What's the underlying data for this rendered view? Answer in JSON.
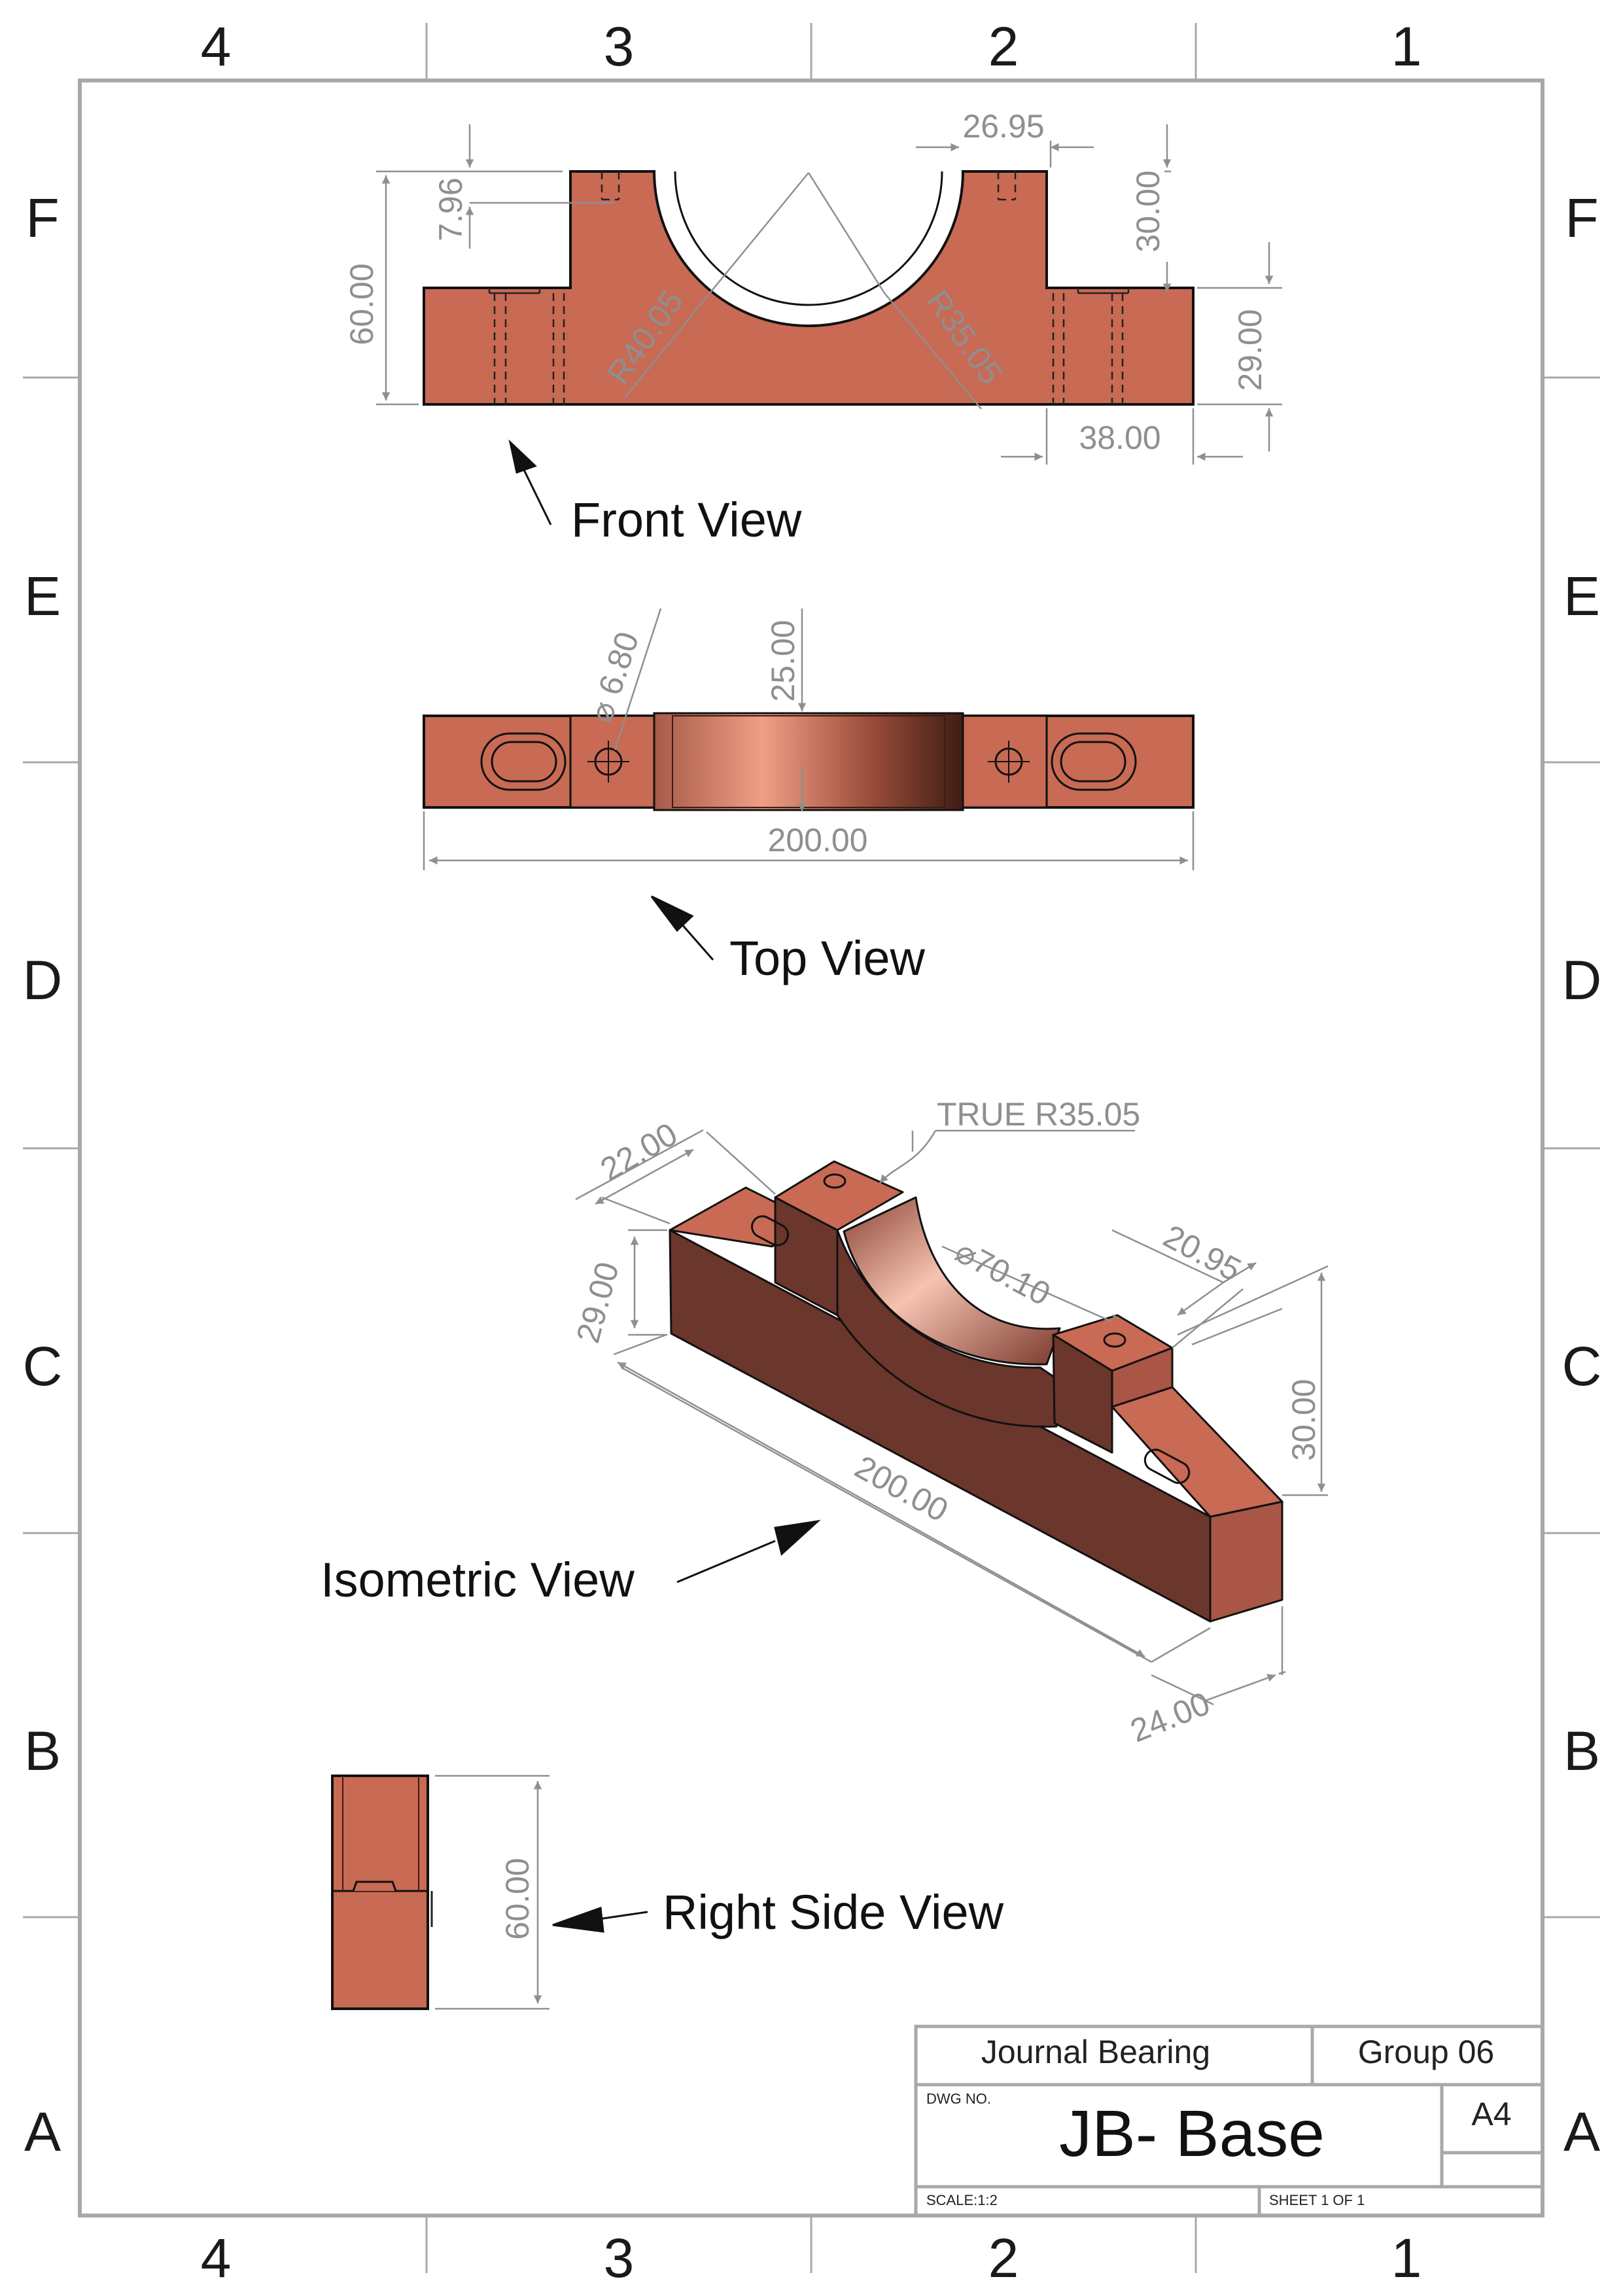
{
  "zones": {
    "columns": [
      "4",
      "3",
      "2",
      "1"
    ],
    "rows": [
      "F",
      "E",
      "D",
      "C",
      "B",
      "A"
    ]
  },
  "views": {
    "front": "Front View",
    "top": "Top View",
    "isometric": "Isometric View",
    "right_side": "Right Side View"
  },
  "dimensions": {
    "front": {
      "top_width": "26.95",
      "boss_height": "30.00",
      "hole_depth": "7.96",
      "overall_height": "60.00",
      "radius_outer": "R40.05",
      "radius_inner": "R35.05",
      "base_height": "29.00",
      "base_step": "38.00"
    },
    "top": {
      "hole_diameter": "6.80",
      "bore_width": "25.00",
      "overall_length": "200.00"
    },
    "isometric": {
      "true_radius": "TRUE R35.05",
      "boss_depth": "22.00",
      "bore_diameter": "70.10",
      "step_width": "20.95",
      "base_height": "29.00",
      "boss_height": "30.00",
      "length": "200.00",
      "thickness": "24.00"
    },
    "right_side": {
      "height": "60.00"
    }
  },
  "title_block": {
    "title": "Journal Bearing",
    "group": "Group 06",
    "dwg_no_label": "DWG NO.",
    "dwg_no": "JB- Base",
    "size": "A4",
    "scale": "SCALE:1:2",
    "sheet": "SHEET 1 OF 1"
  },
  "colors": {
    "part_face": "#c86a54",
    "part_shadow": "#6b362c",
    "dimension": "#8f8f8f",
    "border": "#a8a8a8"
  }
}
